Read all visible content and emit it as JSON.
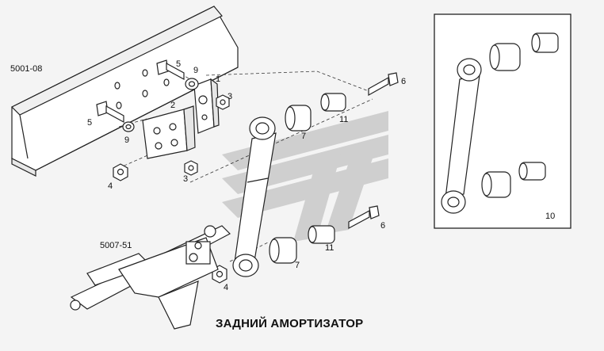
{
  "diagram": {
    "title": "ЗАДНИЙ АМОРТИЗАТОР",
    "group_labels": {
      "frame": "5001-08",
      "axle": "5007-51"
    },
    "callouts": {
      "c1": "1",
      "c2": "2",
      "c3a": "3",
      "c3b": "3",
      "c4a": "4",
      "c4b": "4",
      "c5a": "5",
      "c5b": "5",
      "c6a": "6",
      "c6b": "6",
      "c7a": "7",
      "c7b": "7",
      "c9a": "9",
      "c9b": "9",
      "c10": "10",
      "c11a": "11",
      "c11b": "11"
    },
    "colors": {
      "line": "#222222",
      "part_fill": "#ffffff",
      "watermark": "#c9c9c9",
      "background": "#f4f4f4"
    }
  }
}
